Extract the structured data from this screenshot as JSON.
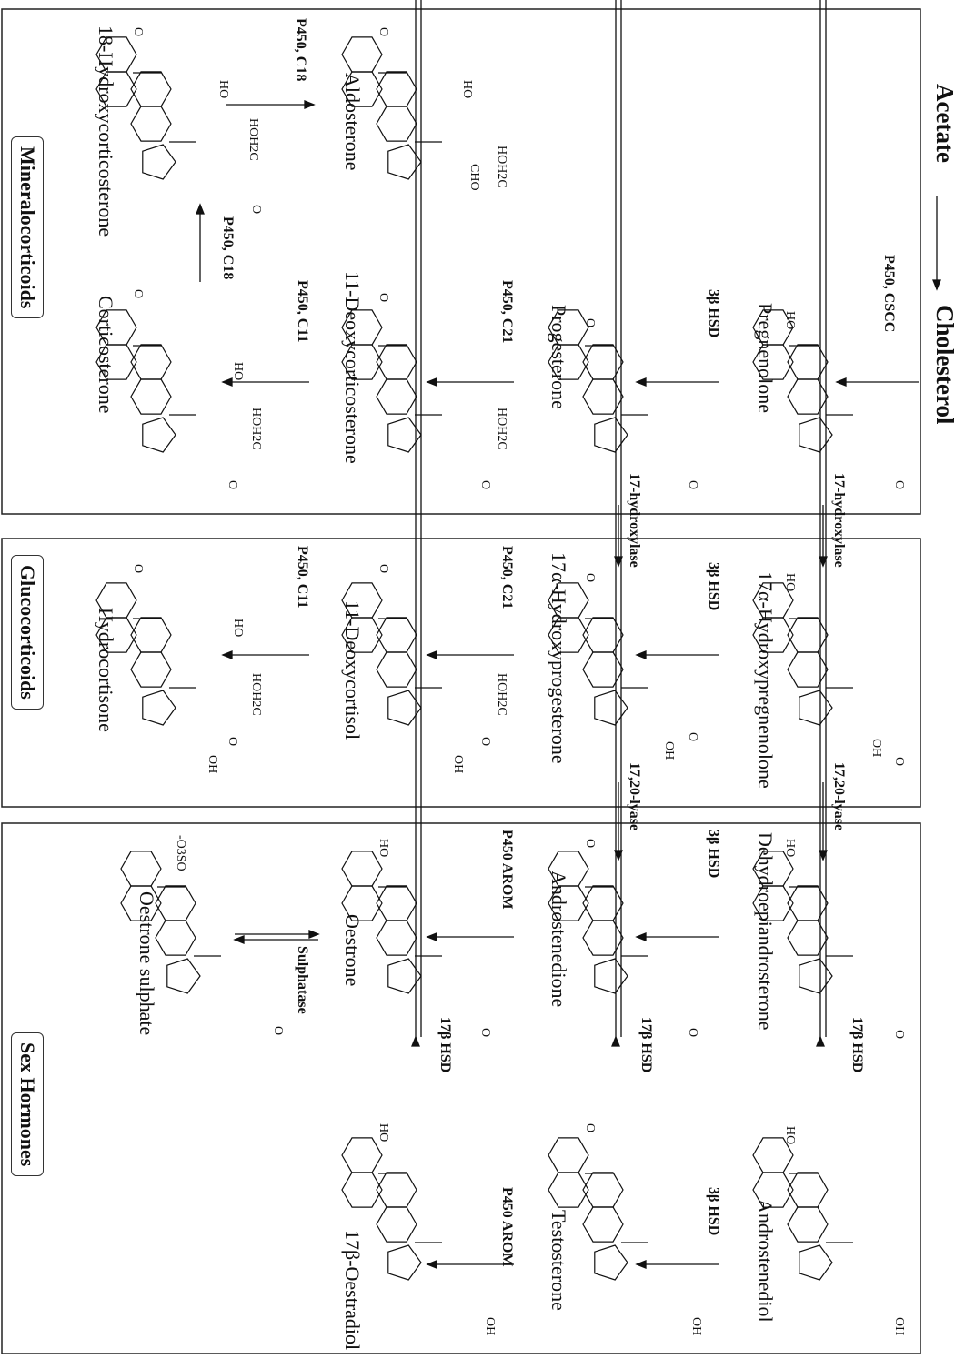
{
  "header": {
    "acetate": "Acetate",
    "cholesterol": "Cholesterol"
  },
  "categories": {
    "mineralocorticoids": "Mineralocorticoids",
    "glucocorticoids": "Glucocorticoids",
    "sex_hormones": "Sex Hormones"
  },
  "compounds": {
    "pregnenolone": "Pregnenolone",
    "progesterone": "Progesterone",
    "deoxycorticosterone": "11-Deoxycorticosterone",
    "corticosterone": "Corticosterone",
    "aldosterone": "Aldosterone",
    "hydroxycorticosterone": "18-Hydroxycorticosterone",
    "hydroxypregnenolone": "17α-Hydroxypregnenolone",
    "hydroxyprogesterone": "17α-Hydroxyprogesterone",
    "deoxycortisol": "11-Deoxycortisol",
    "hydrocortisone": "Hydrocortisone",
    "dhea": "Dehydroepiandrosterone",
    "androstenediol": "Androstenediol",
    "androstenedione": "Androstenedione",
    "testosterone": "Testosterone",
    "oestrone": "Oestrone",
    "oestradiol": "17β-Oestradiol",
    "oestrone_sulphate": "Oestrone sulphate"
  },
  "enzymes": {
    "cscc": "P450, CSCC",
    "hsd3_a": "3β HSD",
    "hsd3_b": "3β HSD",
    "hsd3_c": "3β HSD",
    "hsd3_d": "3β HSD",
    "c21_a": "P450, C21",
    "c21_b": "P450, C21",
    "c11_a": "P450, C11",
    "c11_b": "P450, C11",
    "c18_a": "P450, C18",
    "c18_b": "P450, C18",
    "hydroxylase_a": "17-hydroxylase",
    "hydroxylase_b": "17-hydroxylase",
    "lyase_a": "17,20-lyase",
    "lyase_b": "17,20-lyase",
    "hsd17_a": "17β HSD",
    "hsd17_b": "17β HSD",
    "hsd17_c": "17β HSD",
    "arom_a": "P450 AROM",
    "arom_b": "P450 AROM",
    "sulphatase": "Sulphatase"
  },
  "atoms": {
    "o": "O",
    "oh": "OH",
    "ho": "HO",
    "hoh2c": "HOH2C",
    "cho": "CHO",
    "o3so": "-O3SO"
  }
}
